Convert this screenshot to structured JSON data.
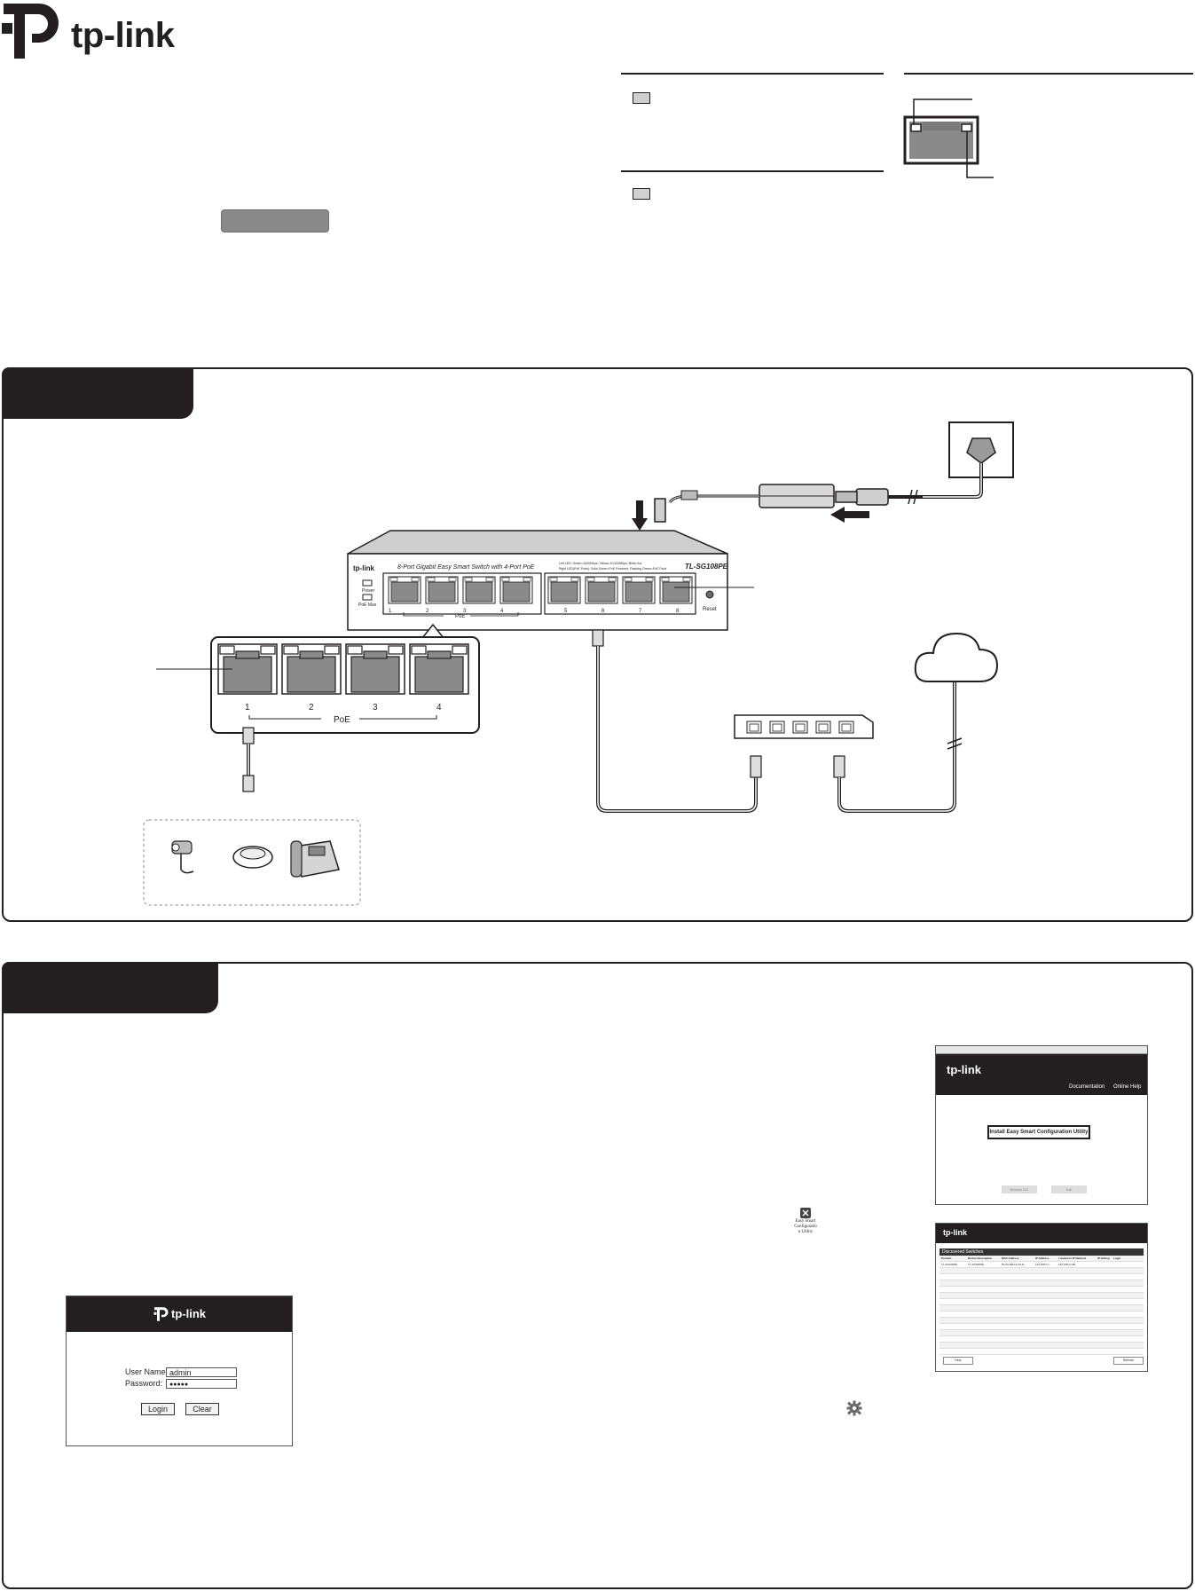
{
  "brand": {
    "logo_text": "tp-link"
  },
  "switch": {
    "brand": "tp-link",
    "description": "8-Port Gigabit Easy Smart Switch with 4-Port PoE",
    "model": "TL-SG108PE",
    "led_legend_line1": "Left LED: Green=1000Mbps; Yellow=10/100Mbps; Blink=Act",
    "led_legend_line2": "Right LED(PoE Ports): Solid Green=PoE Powered; Flashing Green=PoE Fault",
    "leds": [
      "Power",
      "PoE Max"
    ],
    "port_labels": [
      "1",
      "2",
      "3",
      "4",
      "5",
      "6",
      "7",
      "8"
    ],
    "poe_label": "PoE",
    "reset_label": "Reset"
  },
  "zoom": {
    "port_labels": [
      "1",
      "2",
      "3",
      "4"
    ],
    "poe_label": "PoE"
  },
  "installer": {
    "brand": "tp-link",
    "link_docs": "Documentation",
    "link_help": "Online Help",
    "install_label": "Install Easy Smart Configuration Utility",
    "btn_browse": "Browse CD",
    "btn_exit": "Exit"
  },
  "desktop_icon": {
    "label_line1": "Easy Smart",
    "label_line2": "Configuratio",
    "label_line3": "n Utility"
  },
  "utility": {
    "brand": "tp-link",
    "section_title": "Discovered Switches",
    "columns": [
      "Product",
      "Device Description",
      "MAC Address",
      "IP Address",
      "Located in IP Network",
      "IP Setting",
      "Login"
    ],
    "row": [
      "TL-SG108PE",
      "TL-SG108PE",
      "00-0A-EB-13-23-11",
      "192.168.0.1",
      "192.168.0.100"
    ],
    "btn_left": "Help",
    "btn_right": "Refresh"
  },
  "login": {
    "brand": "tp-link",
    "user_label": "User Name:",
    "user_value": "admin",
    "pass_label": "Password:",
    "pass_value": "●●●●●",
    "login_button": "Login",
    "clear_button": "Clear"
  },
  "icons": [
    "tp-link-logo-icon",
    "power-outlet-icon",
    "power-adapter-icon",
    "down-arrow-icon",
    "left-arrow-icon",
    "cloud-icon",
    "router-icon",
    "ip-camera-icon",
    "access-point-icon",
    "ip-phone-icon",
    "gear-icon",
    "utility-app-icon"
  ]
}
